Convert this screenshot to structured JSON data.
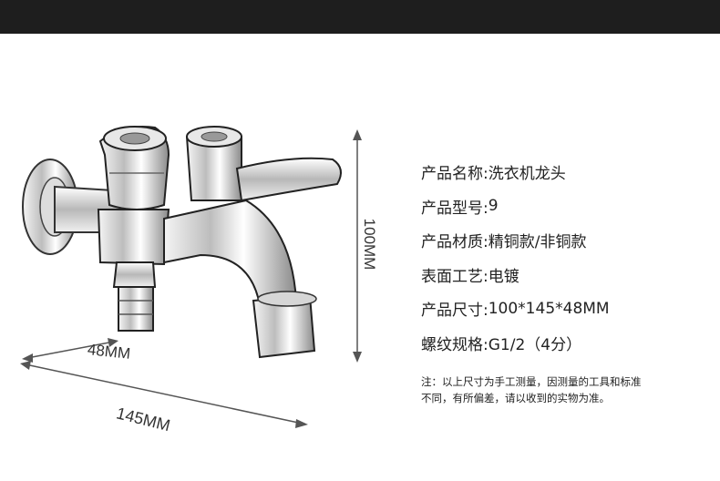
{
  "dimensions": {
    "height": "100MM",
    "depth": "48MM",
    "length": "145MM"
  },
  "specs": [
    {
      "label": "产品名称:",
      "value": "洗衣机龙头"
    },
    {
      "label": "产品型号:",
      "value": "9"
    },
    {
      "label": "产品材质:",
      "value": "精铜款/非铜款"
    },
    {
      "label": "表面工艺:",
      "value": "电镀"
    },
    {
      "label": "产品尺寸:",
      "value": "100*145*48MM"
    },
    {
      "label": "螺纹规格:",
      "value": "G1/2（4分）"
    }
  ],
  "note": "注：以上尺寸为手工测量，因测量的工具和标准不同，有所偏差，请以收到的实物为准。",
  "colors": {
    "topbar": "#1e1e1e",
    "text": "#222222",
    "line": "#555555"
  }
}
